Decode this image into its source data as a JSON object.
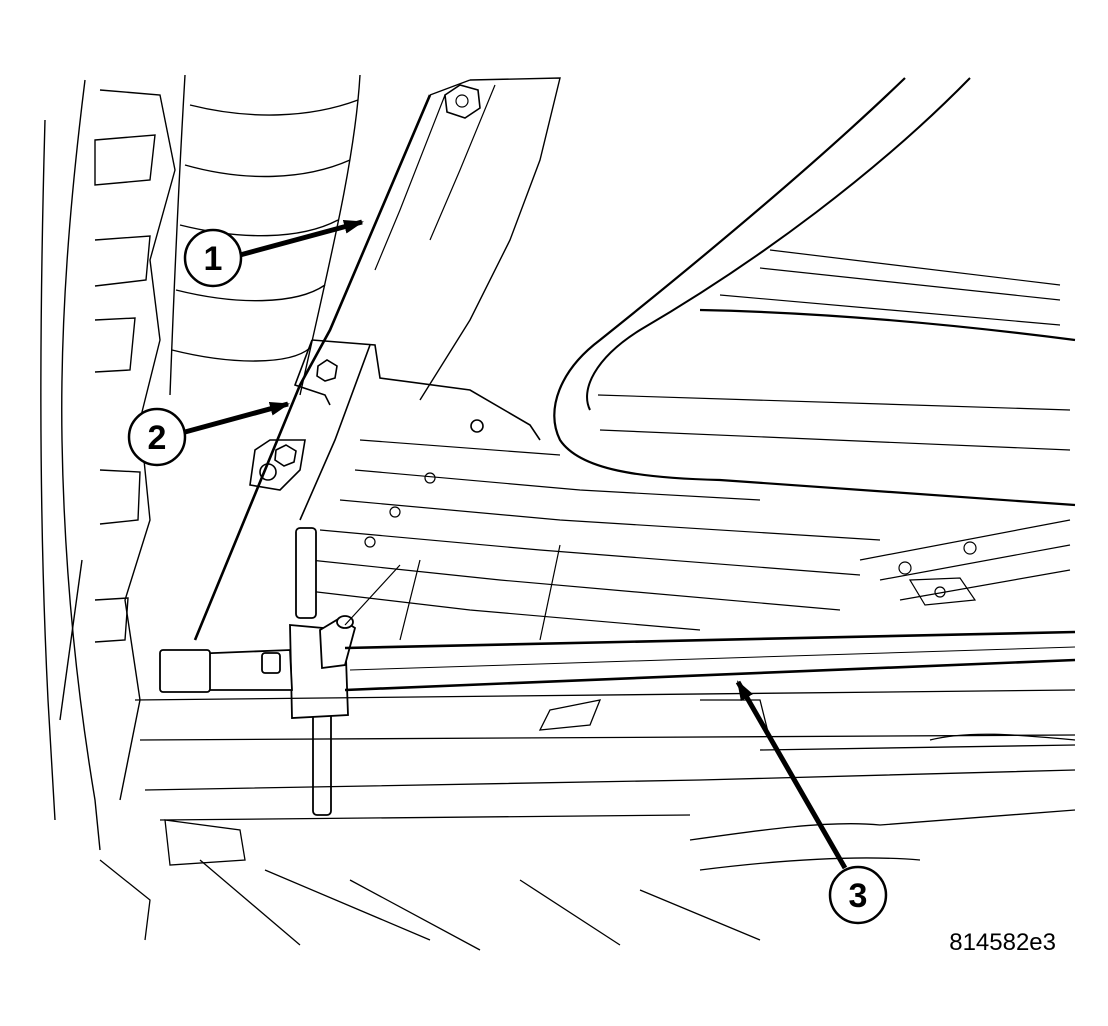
{
  "callouts": [
    {
      "number": "1"
    },
    {
      "number": "2"
    },
    {
      "number": "3"
    }
  ],
  "figure_id": "814582e3",
  "colors": {
    "ink": "#000000",
    "paper": "#ffffff"
  }
}
